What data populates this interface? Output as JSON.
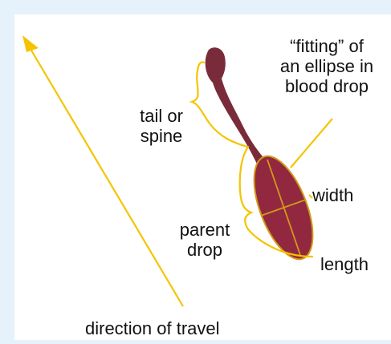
{
  "diagram": {
    "labels": {
      "fitting_line1": "“fitting” of",
      "fitting_line2": "an ellipse in",
      "fitting_line3": "blood drop",
      "tail_line1": "tail or",
      "tail_line2": "spine",
      "width": "width",
      "parent_line1": "parent",
      "parent_line2": "drop",
      "length": "length",
      "direction": "direction of travel"
    },
    "colors": {
      "panel_border": "#e6f2fb",
      "blood": "#7a2b3a",
      "ellipse_fill": "#92283f",
      "ellipse_stroke": "#d39a1a",
      "annotation": "#f5c400"
    }
  }
}
